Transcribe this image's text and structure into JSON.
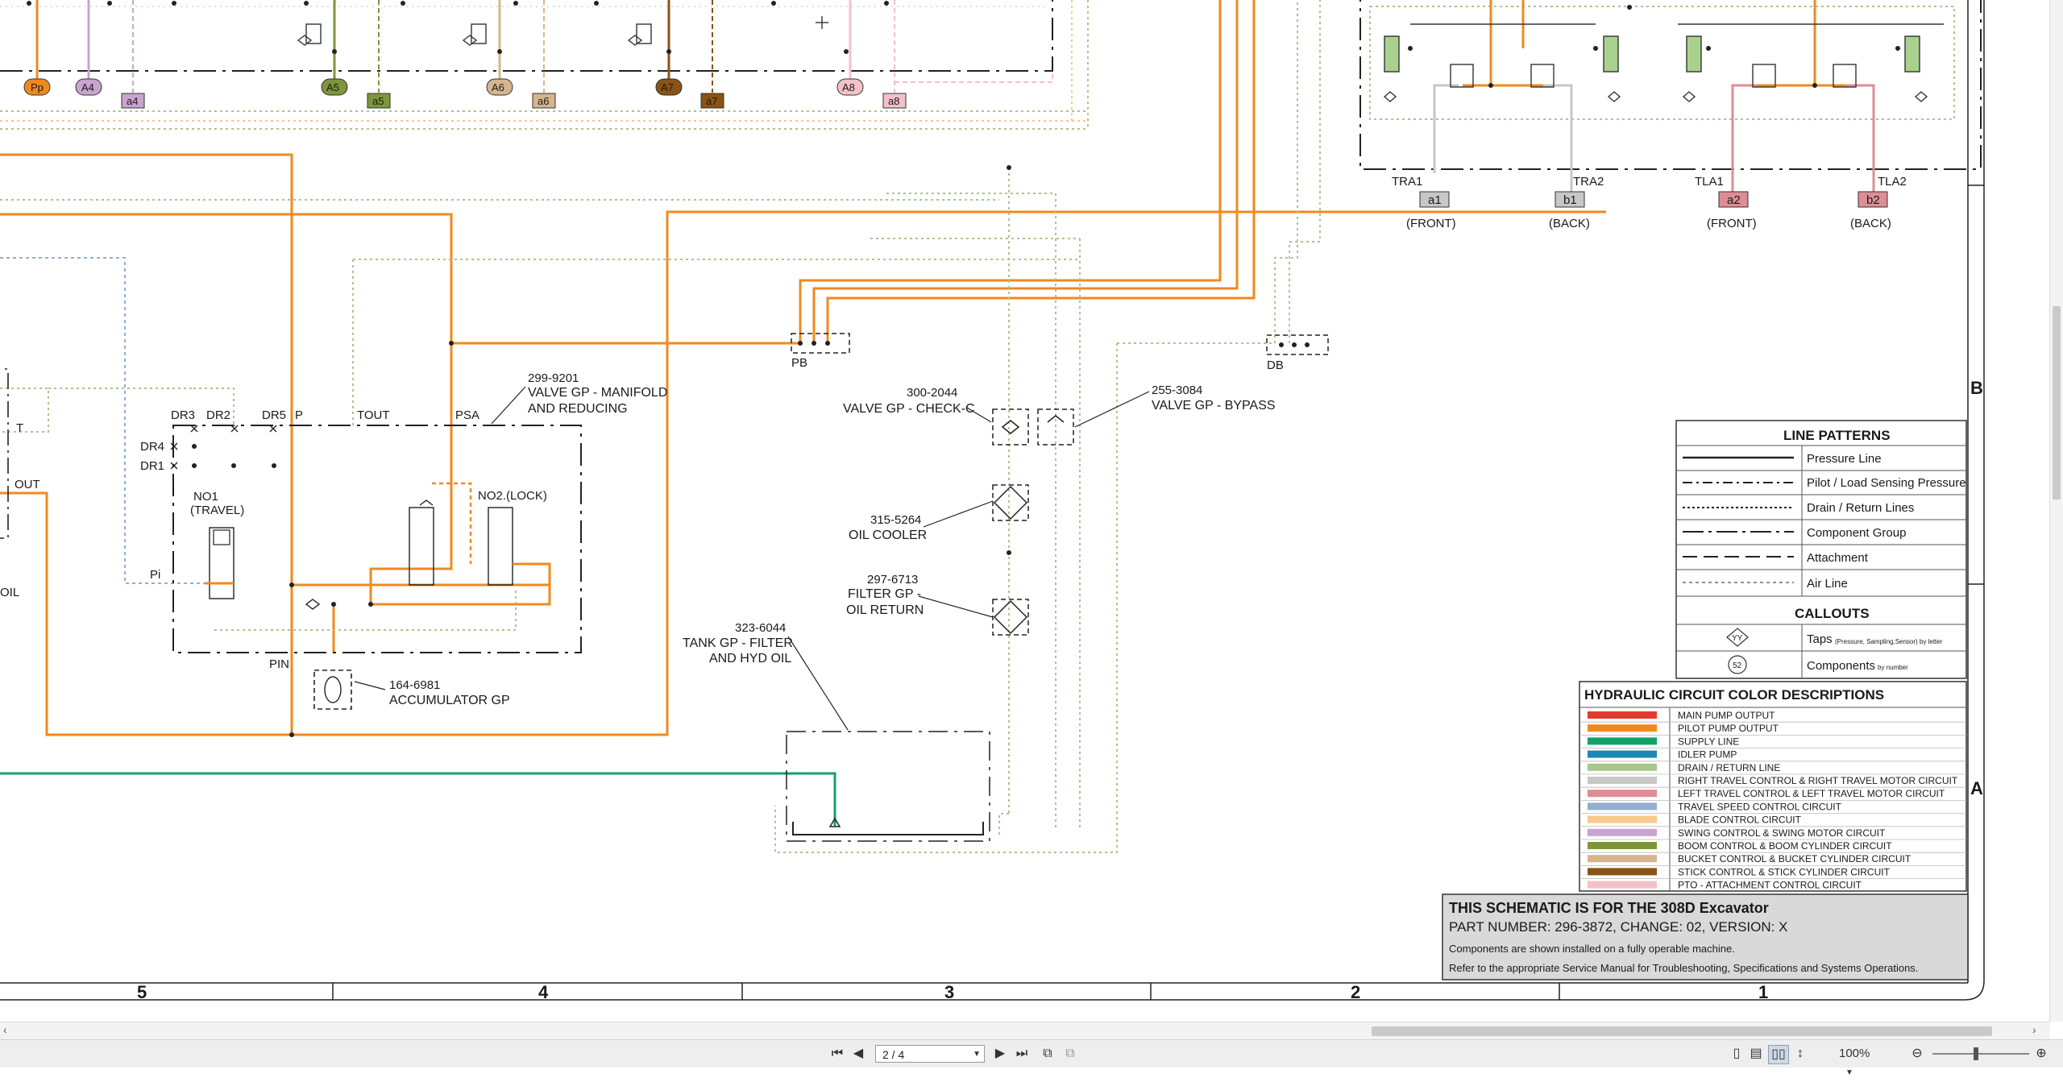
{
  "viewer": {
    "page_indicator": "2 / 4",
    "zoom": "100%",
    "zoom_percent": 100,
    "icons": [
      "first-page-icon",
      "previous-page-icon",
      "next-page-icon",
      "last-page-icon",
      "copy-icon",
      "paste-icon",
      "single-page-icon",
      "continuous-icon",
      "two-page-icon",
      "fit-width-icon",
      "zoom-out-icon",
      "zoom-in-icon"
    ]
  },
  "schematic": {
    "ports_top": [
      "Pp",
      "A4",
      "a4",
      "A5",
      "a5",
      "A6",
      "a6",
      "A7",
      "a7",
      "A8",
      "a8"
    ],
    "travel_ports": [
      {
        "name": "TRA1",
        "port": "a1",
        "note": "(FRONT)"
      },
      {
        "name": "TRA2",
        "port": "b1",
        "note": "(BACK)"
      },
      {
        "name": "TLA1",
        "port": "a2",
        "note": "(FRONT)"
      },
      {
        "name": "TLA2",
        "port": "b2",
        "note": "(BACK)"
      }
    ],
    "manifold_ports": [
      "DR3",
      "DR2",
      "DR5",
      "P",
      "TOUT",
      "PSA",
      "DR4",
      "DR1",
      "Pi",
      "PIN"
    ],
    "manifold_part": "299-9201",
    "manifold_name_1": "VALVE GP - MANIFOLD",
    "manifold_name_2": "AND REDUCING",
    "no1_1": "NO1",
    "no1_2": "(TRAVEL)",
    "no2": "NO2.(LOCK)",
    "accumulator_part": "164-6981",
    "accumulator_name": "ACCUMULATOR GP",
    "pb": "PB",
    "db": "DB",
    "check_part": "300-2044",
    "check_name": "VALVE GP - CHECK-C",
    "bypass_part": "255-3084",
    "bypass_name": "VALVE GP - BYPASS",
    "cooler_part": "315-5264",
    "cooler_name": "OIL COOLER",
    "filter_part": "297-6713",
    "filter_name_1": "FILTER GP -",
    "filter_name_2": "OIL RETURN",
    "tank_part": "323-6044",
    "tank_name_1": "TANK GP - FILTER",
    "tank_name_2": "AND HYD OIL",
    "left_labels": [
      "T",
      "OUT",
      "OIL"
    ]
  },
  "line_patterns": {
    "title": "LINE PATTERNS",
    "items": [
      "Pressure Line",
      "Pilot / Load Sensing Pressure",
      "Drain / Return Lines",
      "Component Group",
      "Attachment",
      "Air Line"
    ]
  },
  "callouts": {
    "title": "CALLOUTS",
    "taps_symbol": "YY",
    "taps_label": "Taps",
    "taps_small": "(Pressure, Sampling,Sensor) by letter",
    "comp_symbol": "52",
    "comp_label": "Components",
    "comp_small": "by number"
  },
  "colors": {
    "title": "HYDRAULIC CIRCUIT COLOR DESCRIPTIONS",
    "items": [
      {
        "label": "MAIN PUMP OUTPUT",
        "color": "#e23b2e"
      },
      {
        "label": "PILOT PUMP OUTPUT",
        "color": "#f08a1e"
      },
      {
        "label": "SUPPLY LINE",
        "color": "#11a26a"
      },
      {
        "label": "IDLER PUMP",
        "color": "#1f86b8"
      },
      {
        "label": "DRAIN / RETURN LINE",
        "color": "#a9c68e"
      },
      {
        "label": "RIGHT TRAVEL CONTROL & RIGHT TRAVEL MOTOR CIRCUIT",
        "color": "#c7c7c7"
      },
      {
        "label": "LEFT TRAVEL CONTROL & LEFT TRAVEL MOTOR CIRCUIT",
        "color": "#de8d95"
      },
      {
        "label": "TRAVEL SPEED CONTROL CIRCUIT",
        "color": "#93aed0"
      },
      {
        "label": "BLADE CONTROL CIRCUIT",
        "color": "#f6c98c"
      },
      {
        "label": "SWING CONTROL & SWING MOTOR CIRCUIT",
        "color": "#c9a4cf"
      },
      {
        "label": "BOOM CONTROL & BOOM CYLINDER CIRCUIT",
        "color": "#7d963b"
      },
      {
        "label": "BUCKET CONTROL & BUCKET CYLINDER CIRCUIT",
        "color": "#d6b48e"
      },
      {
        "label": "STICK CONTROL & STICK CYLINDER CIRCUIT",
        "color": "#8a5314"
      },
      {
        "label": "PTO - ATTACHMENT CONTROL CIRCUIT",
        "color": "#f3c1c8"
      }
    ]
  },
  "title_block": {
    "title": "THIS SCHEMATIC IS FOR THE 308D Excavator",
    "part": "PART NUMBER: 296-3872, CHANGE: 02, VERSION: X",
    "note1": "Components are shown installed on a fully operable machine.",
    "note2": "Refer to the appropriate Service Manual for Troubleshooting, Specifications and Systems Operations."
  },
  "zones_bottom": [
    "5",
    "4",
    "3",
    "2",
    "1"
  ],
  "zones_side": [
    "B",
    "A"
  ]
}
